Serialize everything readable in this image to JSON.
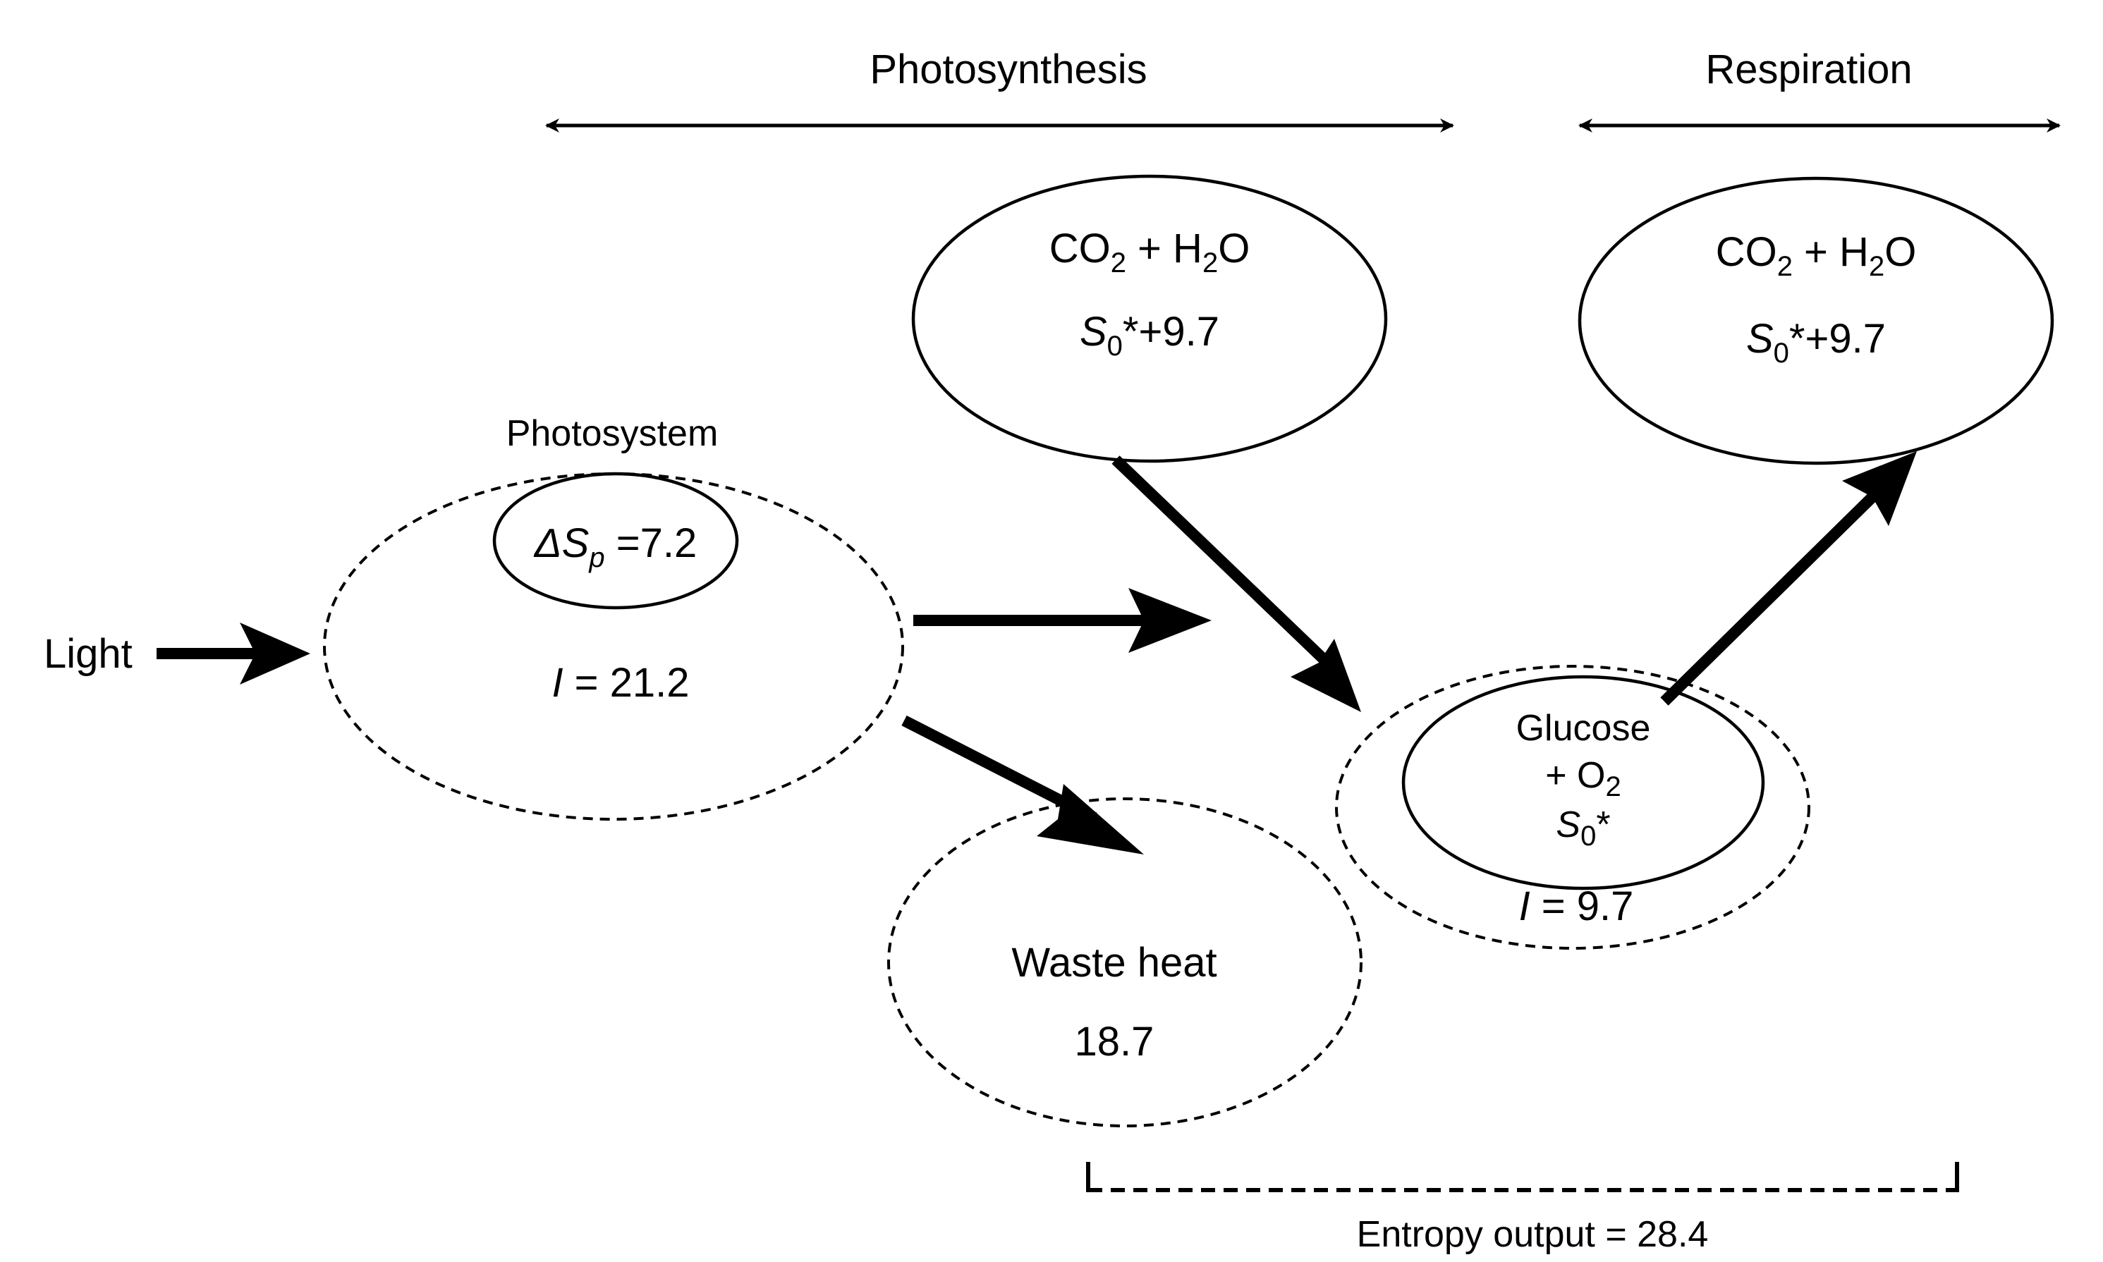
{
  "process_labels": {
    "photosynthesis": "Photosynthesis",
    "respiration": "Respiration"
  },
  "nodes": {
    "light": {
      "label": "Light"
    },
    "photosystem": {
      "title": "Photosystem",
      "delta_symbol": "ΔS",
      "delta_subscript": "p",
      "delta_value": " =7.2",
      "info_symbol": "I",
      "info_value": " = 21.2"
    },
    "co2_h2o_left": {
      "formula_a": "CO",
      "formula_a_sub": "2",
      "formula_b": " + H",
      "formula_b_sub": "2",
      "formula_c": "O",
      "entropy_symbol": "S",
      "entropy_sub": "0",
      "entropy_value": "*+9.7"
    },
    "co2_h2o_right": {
      "formula_a": "CO",
      "formula_a_sub": "2",
      "formula_b": " + H",
      "formula_b_sub": "2",
      "formula_c": "O",
      "entropy_symbol": "S",
      "entropy_sub": "0",
      "entropy_value": "*+9.7"
    },
    "glucose": {
      "line1": "Glucose",
      "line2": "+ O",
      "line2_sub": "2",
      "entropy_symbol": "S",
      "entropy_sub": "0",
      "entropy_value": "*",
      "info_symbol": "I",
      "info_value": " = 9.7"
    },
    "waste_heat": {
      "title": "Waste heat",
      "value": "18.7"
    }
  },
  "entropy_output": {
    "label": "Entropy output = 28.4"
  }
}
